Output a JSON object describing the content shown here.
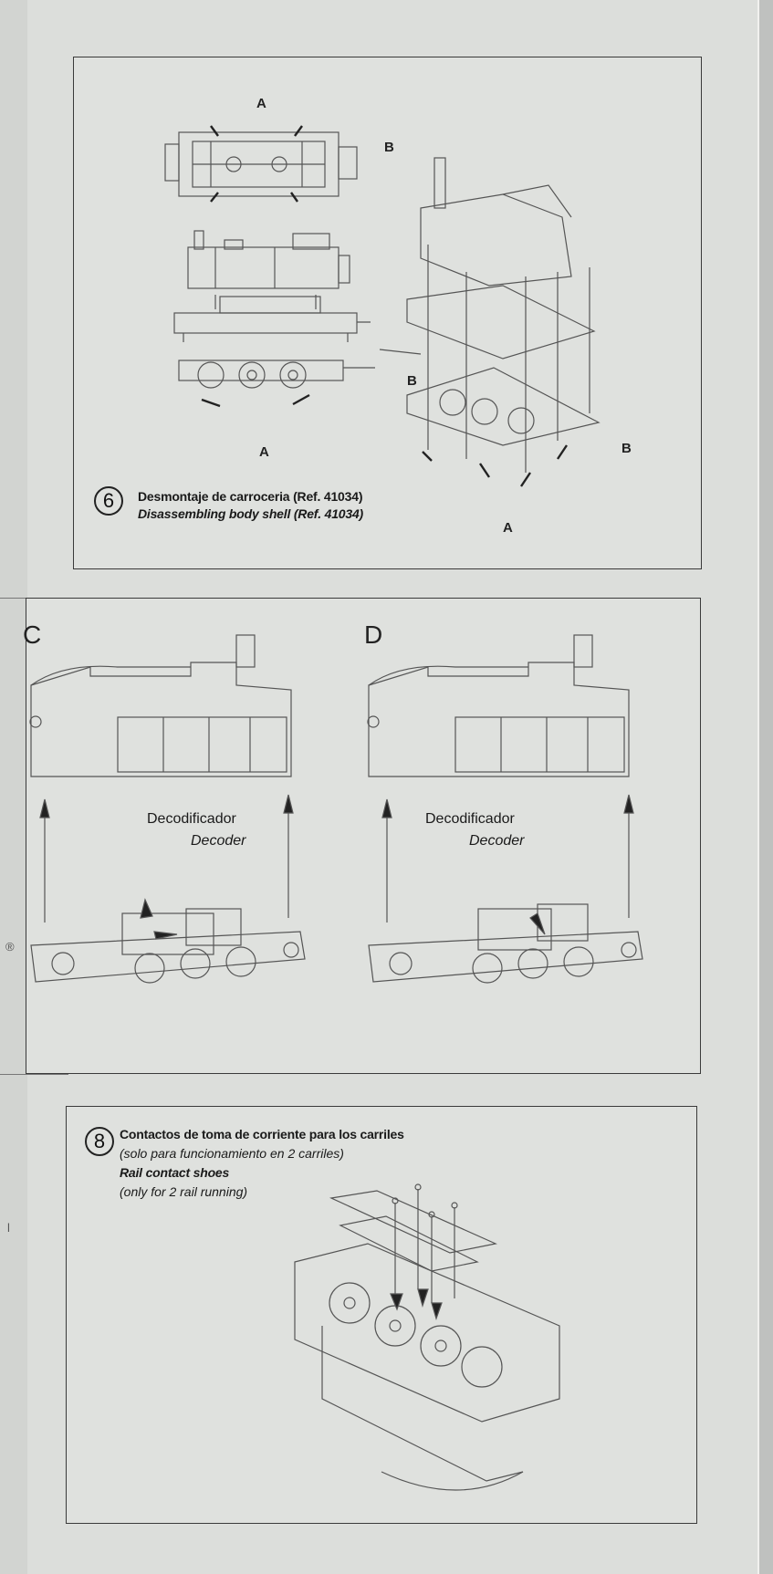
{
  "left_strip": {
    "marks": [
      "®",
      "l"
    ]
  },
  "step6": {
    "number": "6",
    "title_es": "Desmontaje de carroceria (Ref. 41034)",
    "title_en": "Disassembling body shell (Ref. 41034)",
    "labels": {
      "a_top": "A",
      "b_top": "B",
      "b_mid": "B",
      "a_bottom_left": "A",
      "b_right": "B",
      "a_bottom_right": "A"
    }
  },
  "step7": {
    "left": {
      "label": "C",
      "decoder_es": "Decodificador",
      "decoder_en": "Decoder"
    },
    "right": {
      "label": "D",
      "decoder_es": "Decodificador",
      "decoder_en": "Decoder"
    }
  },
  "step8": {
    "number": "8",
    "title_es": "Contactos de toma de corriente para los carriles",
    "note_es": "(solo para funcionamiento en 2 carriles)",
    "title_en": "Rail contact shoes",
    "note_en": "(only for 2 rail running)"
  },
  "colors": {
    "paper": "#dcdedb",
    "ink": "#1a1a1a",
    "line": "#6a6a6a"
  }
}
